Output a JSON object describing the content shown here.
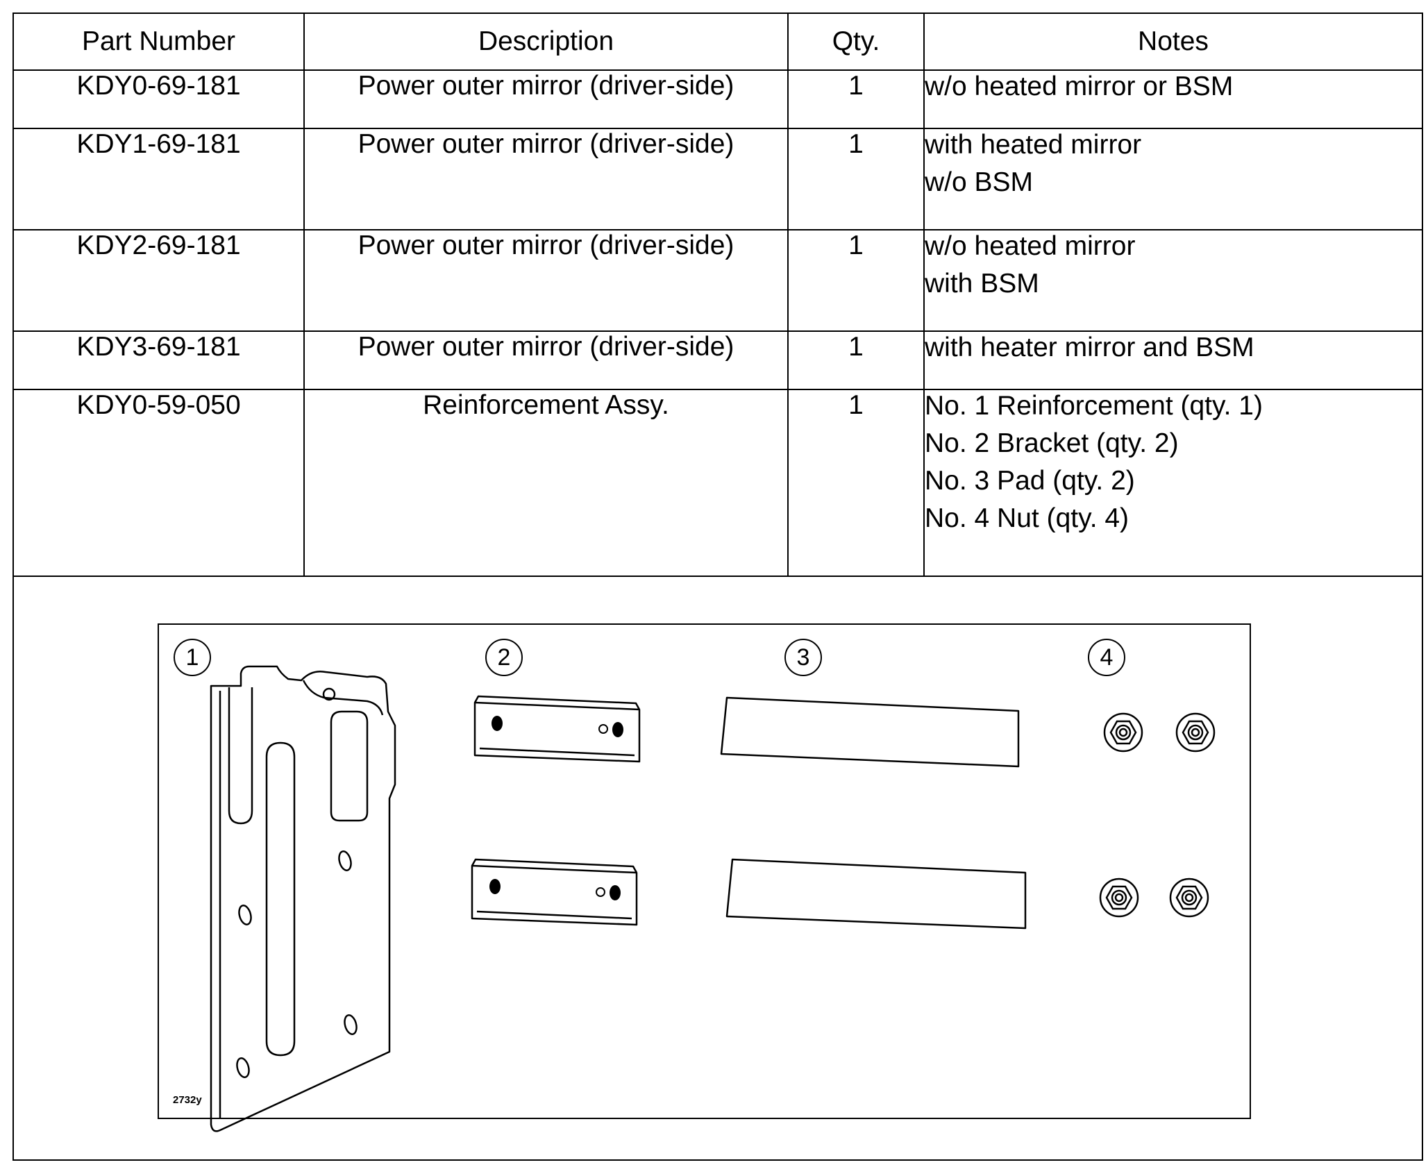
{
  "table": {
    "headers": [
      "Part Number",
      "Description",
      "Qty.",
      "Notes"
    ],
    "rows": [
      {
        "part_number": "KDY0-69-181",
        "description": "Power outer mirror (driver-side)",
        "qty": "1",
        "notes": [
          "w/o heated mirror or BSM"
        ]
      },
      {
        "part_number": "KDY1-69-181",
        "description": "Power outer mirror (driver-side)",
        "qty": "1",
        "notes": [
          "with heated mirror",
          "w/o BSM"
        ]
      },
      {
        "part_number": "KDY2-69-181",
        "description": "Power outer mirror (driver-side)",
        "qty": "1",
        "notes": [
          "w/o heated mirror",
          "with BSM"
        ]
      },
      {
        "part_number": "KDY3-69-181",
        "description": "Power outer mirror (driver-side)",
        "qty": "1",
        "notes": [
          "with heater mirror and BSM"
        ]
      },
      {
        "part_number": "KDY0-59-050",
        "description": "Reinforcement Assy.",
        "qty": "1",
        "notes": [
          "No. 1 Reinforcement (qty. 1)",
          "No. 2 Bracket (qty. 2)",
          "No. 3 Pad (qty. 2)",
          "No. 4 Nut (qty. 4)"
        ]
      }
    ]
  },
  "figure": {
    "callouts": [
      "1",
      "2",
      "3",
      "4"
    ],
    "figure_id": "2732y",
    "parts": [
      "reinforcement-illustration",
      "bracket-illustration",
      "pad-illustration",
      "nut-illustration"
    ]
  }
}
